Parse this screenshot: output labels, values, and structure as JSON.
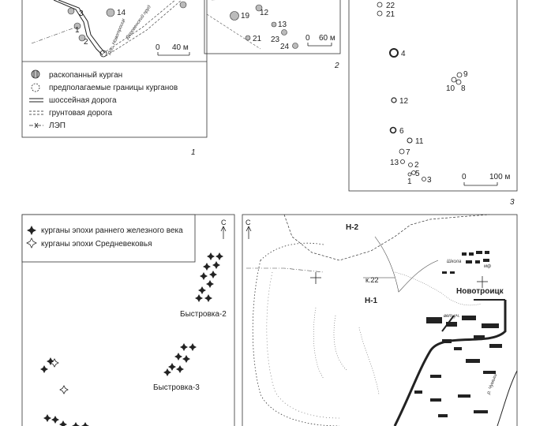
{
  "panel1": {
    "mound_labels": [
      "14",
      "3",
      "1",
      "2"
    ],
    "road_label": "Пос. Новотроицк",
    "road_label_2": "Деревенский пруд",
    "scale_start": "0",
    "scale_end": "40 м",
    "legend": [
      {
        "symbol": "excavated-mound",
        "text": "раскопанный курган"
      },
      {
        "symbol": "supposed-boundary",
        "text": "предполагаемые границы курганов"
      },
      {
        "symbol": "highway",
        "text": "шоссейная дорога"
      },
      {
        "symbol": "dirt-road",
        "text": "грунтовая дорога"
      },
      {
        "symbol": "power-line",
        "text": "ЛЭП"
      }
    ],
    "figure_number": "1"
  },
  "panel2": {
    "mound_labels": [
      "19",
      "12",
      "13",
      "21",
      "23",
      "24"
    ],
    "scale_start": "0",
    "scale_end": "60 м",
    "figure_number": "2"
  },
  "panel3": {
    "mound_labels": [
      "22",
      "21",
      "4",
      "9",
      "10",
      "8",
      "12",
      "6",
      "11",
      "7",
      "13",
      "2",
      "5",
      "1",
      "3"
    ],
    "scale_start": "0",
    "scale_end": "100 м",
    "figure_number": "3"
  },
  "panel4": {
    "legend": [
      {
        "symbol": "early-iron-age",
        "text": "курганы эпохи раннего железного века"
      },
      {
        "symbol": "medieval",
        "text": "курганы эпохи Средневековья"
      }
    ],
    "north_label": "С",
    "group_labels": [
      "Быстровка-2",
      "Быстровка-3"
    ]
  },
  "panel5": {
    "north_label": "С",
    "labels": [
      "Н-2",
      "к.22",
      "Н-1",
      "Новотроицк"
    ],
    "river_label": "р. Чумыш",
    "tiny_labels": [
      "вет.уч.",
      "Школа",
      "мф"
    ]
  }
}
